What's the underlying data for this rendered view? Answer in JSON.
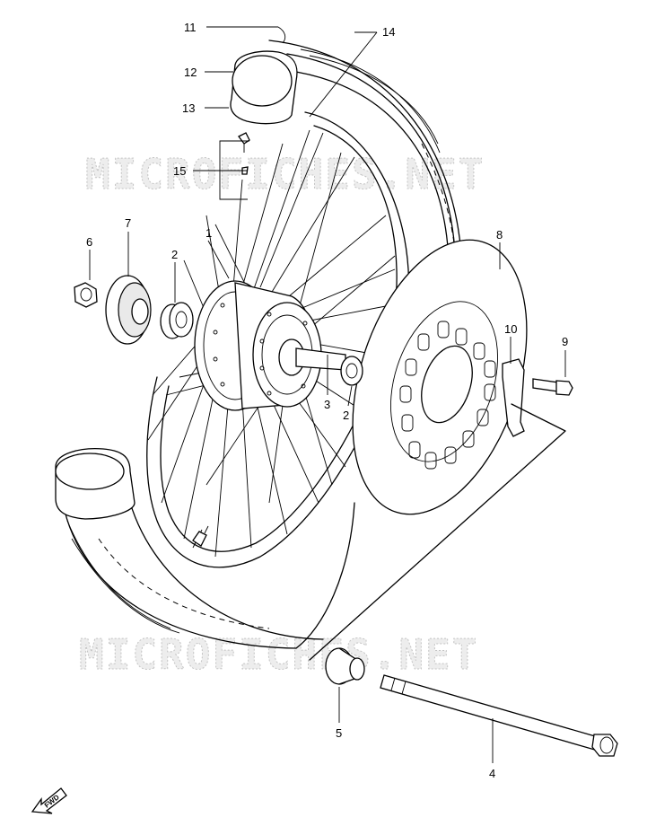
{
  "watermark": {
    "text": "MICROFICHES.NET"
  },
  "direction_arrow": {
    "label": "FWD"
  },
  "callouts": {
    "p1": "1",
    "p2a": "2",
    "p2b": "2",
    "p3": "3",
    "p4": "4",
    "p5": "5",
    "p6": "6",
    "p7": "7",
    "p8": "8",
    "p9": "9",
    "p10": "10",
    "p11": "11",
    "p12": "12",
    "p13": "13",
    "p14": "14",
    "p15": "15"
  }
}
